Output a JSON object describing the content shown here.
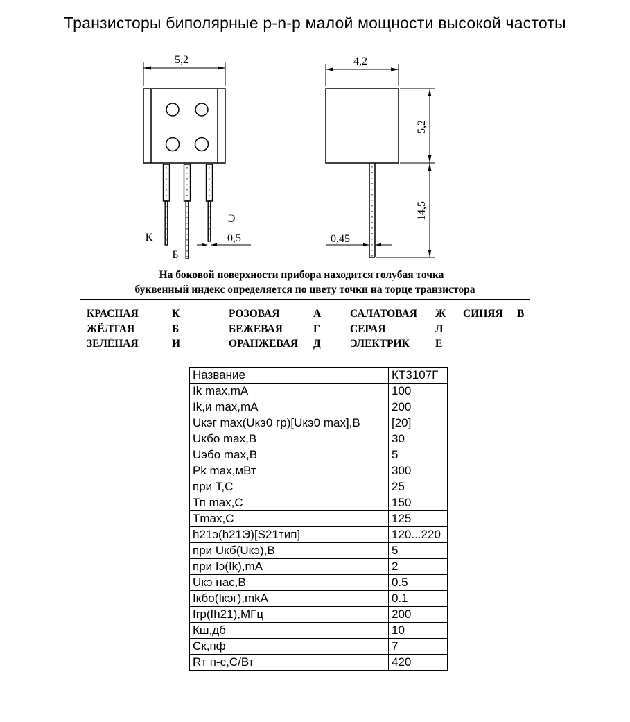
{
  "page": {
    "title": "Транзисторы биполярные p-n-p малой мощности высокой частоты"
  },
  "drawings": {
    "front_view": {
      "body_width": "5,2",
      "lead_width": "0,5",
      "pin_collector": "К",
      "pin_base": "Б",
      "pin_emitter": "Э"
    },
    "side_view": {
      "body_width": "4,2",
      "body_height": "5,2",
      "lead_length": "14,5",
      "lead_width": "0,45"
    }
  },
  "note": {
    "line1": "На боковой поверхности прибора находится голубая точка",
    "line2": "буквенный индекс определяется по цвету точки на торце транзистора"
  },
  "color_code_table": {
    "rows": [
      [
        "КРАСНАЯ",
        "К",
        "РОЗОВАЯ",
        "А",
        "САЛАТОВАЯ",
        "Ж",
        "СИНЯЯ",
        "В"
      ],
      [
        "ЖЁЛТАЯ",
        "Б",
        "БЕЖЕВАЯ",
        "Г",
        "СЕРАЯ",
        "Л",
        "",
        ""
      ],
      [
        "ЗЕЛЁНАЯ",
        "И",
        "ОРАНЖЕВАЯ",
        "Д",
        "ЭЛЕКТРИК",
        "Е",
        "",
        ""
      ]
    ]
  },
  "spec_table": {
    "rows": [
      {
        "param": "Название",
        "value": "КТ3107Г"
      },
      {
        "param": "Ik max,mA",
        "value": "100"
      },
      {
        "param": "Ik,и max,mA",
        "value": "200"
      },
      {
        "param": "Uкэг max(Uкэ0 гр)[Uкэ0 max],В",
        "value": "[20]"
      },
      {
        "param": "Uкбо max,В",
        "value": "30"
      },
      {
        "param": "Uэбо max,В",
        "value": "5"
      },
      {
        "param": "Pk max,мВт",
        "value": "300"
      },
      {
        "param": "при Т,С",
        "value": "25"
      },
      {
        "param": "Тп max,С",
        "value": "150"
      },
      {
        "param": "Тmax,С",
        "value": "125"
      },
      {
        "param": "h21э(h21Э)[S21тип]",
        "value": "120...220"
      },
      {
        "param": "при Uкб(Uкэ),В",
        "value": "5"
      },
      {
        "param": "при Iэ(Ik),mA",
        "value": "2"
      },
      {
        "param": "Uкэ нас,В",
        "value": "0.5"
      },
      {
        "param": "Iкбо(Iкэг),mkA",
        "value": "0.1"
      },
      {
        "param": "frp(fh21),МГц",
        "value": "200"
      },
      {
        "param": "Кш,дб",
        "value": "10"
      },
      {
        "param": "Ск,пф",
        "value": "7"
      },
      {
        "param": "Rт п-с,С/Вт",
        "value": "420"
      }
    ]
  }
}
